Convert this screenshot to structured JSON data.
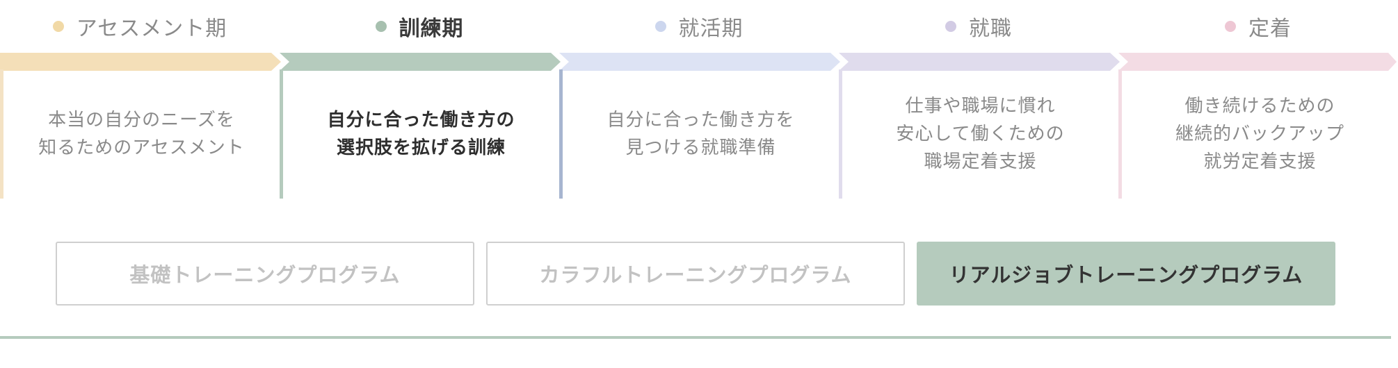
{
  "colors": {
    "assessment": "#f4dfb8",
    "training": "#b5cbbd",
    "jobhunt": "#dde3f4",
    "employment": "#e0dced",
    "retention": "#f3dce4",
    "program_active": "#b5cbbd"
  },
  "phases": [
    {
      "title": "アセスメント期",
      "text": "本当の自分のニーズを\n知るためのアセスメント",
      "color": "#f4dfb8",
      "dot": "#f1d9a6",
      "border": "#f4e2c4",
      "active": false
    },
    {
      "title": "訓練期",
      "text": "自分に合った働き方の\n選択肢を拡げる訓練",
      "color": "#b5cbbd",
      "dot": "#a7c0af",
      "border": "#b5cbbd",
      "active": true
    },
    {
      "title": "就活期",
      "text": "自分に合った働き方を\n見つける就職準備",
      "color": "#dde3f4",
      "dot": "#ccd6ee",
      "border": "#a7b5d0",
      "active": false
    },
    {
      "title": "就職",
      "text": "仕事や職場に慣れ\n安心して働くための\n職場定着支援",
      "color": "#e0dced",
      "dot": "#d2cbe4",
      "border": "#e0dced",
      "active": false
    },
    {
      "title": "定着",
      "text": "働き続けるための\n継続的バックアップ\n就労定着支援",
      "color": "#f3dce4",
      "dot": "#eec7d4",
      "border": "#f3dce4",
      "active": false
    }
  ],
  "programs": [
    {
      "label": "基礎トレーニングプログラム",
      "active": false
    },
    {
      "label": "カラフルトレーニングプログラム",
      "active": false
    },
    {
      "label": "リアルジョブトレーニングプログラム",
      "active": true
    }
  ]
}
